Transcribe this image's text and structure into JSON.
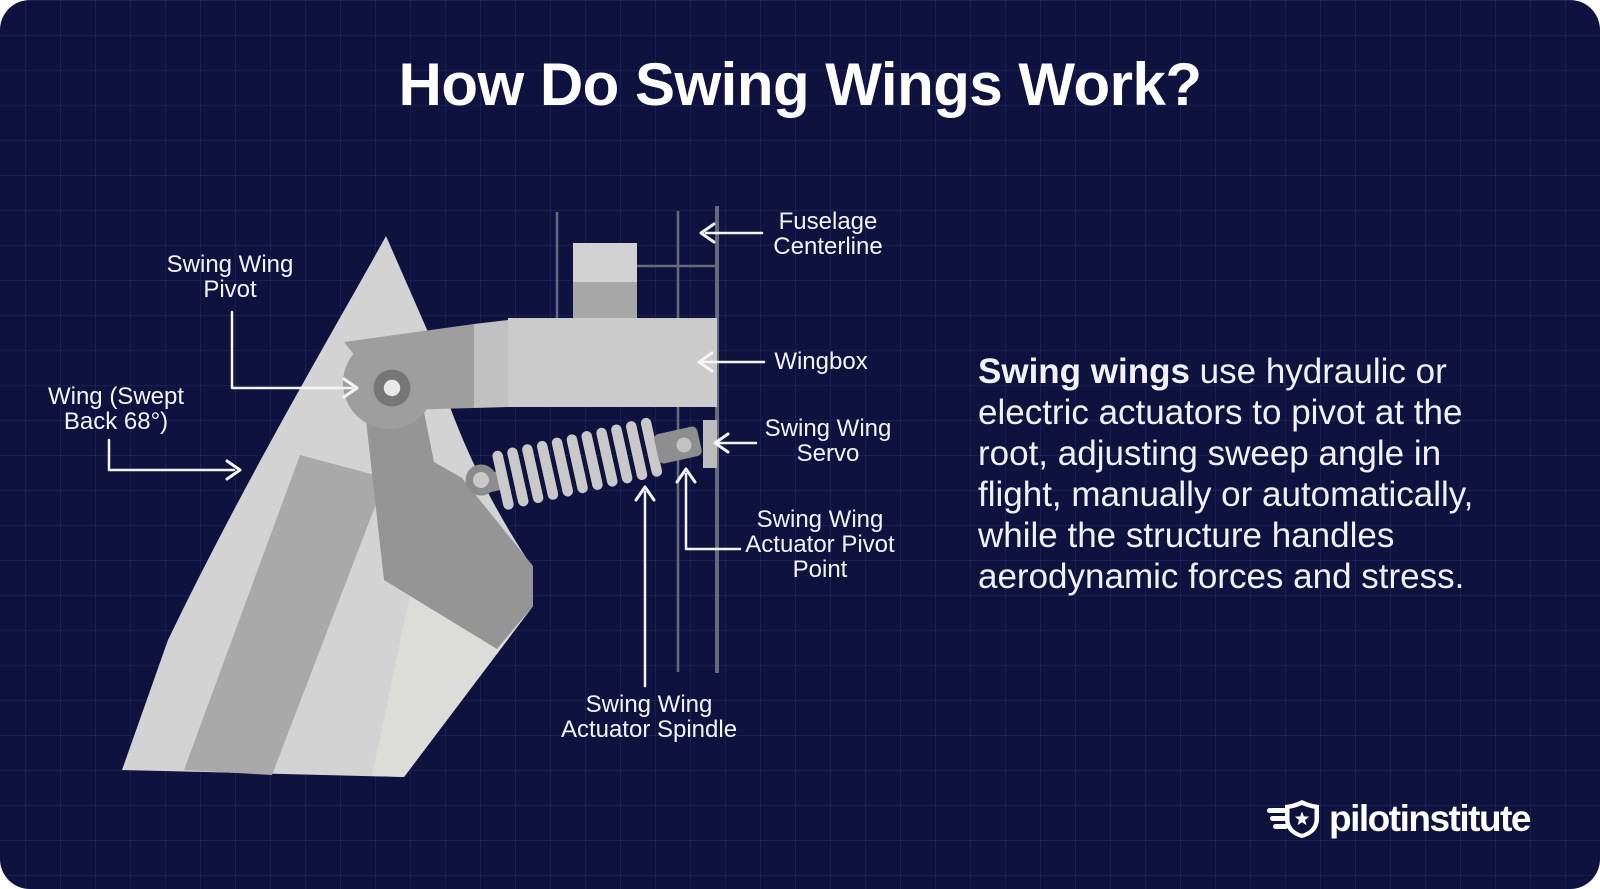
{
  "title": "How Do Swing Wings Work?",
  "colors": {
    "background": "#0f123f",
    "grid_line": "#23284f",
    "text": "#f3f4f8",
    "wing_light": "#d3d3d3",
    "wing_stripe": "#a9a9a9",
    "wing_trailing": "#dcddd8",
    "arm_gray": "#9e9e9e",
    "wingbox_gray": "#cbcbcb",
    "bellows_gray": "#c9c9c9",
    "structure_line_gray": "#666b7c",
    "leader_white": "#f5f5f8"
  },
  "diagram": {
    "labels": [
      {
        "id": "swing-wing-pivot",
        "lines": [
          "Swing Wing",
          "Pivot"
        ]
      },
      {
        "id": "wing-swept-back",
        "lines": [
          "Wing (Swept",
          "Back 68°)"
        ]
      },
      {
        "id": "fuselage-centerline",
        "lines": [
          "Fuselage",
          "Centerline"
        ]
      },
      {
        "id": "wingbox",
        "lines": [
          "Wingbox"
        ]
      },
      {
        "id": "swing-wing-servo",
        "lines": [
          "Swing Wing",
          "Servo"
        ]
      },
      {
        "id": "swing-wing-actuator-pivot-point",
        "lines": [
          "Swing Wing",
          "Actuator Pivot",
          "Point"
        ]
      },
      {
        "id": "swing-wing-actuator-spindle",
        "lines": [
          "Swing Wing",
          "Actuator Spindle"
        ]
      }
    ]
  },
  "description": {
    "lines": [
      {
        "bold": "Swing wings",
        "text": " use hydraulic or"
      },
      {
        "bold": "",
        "text": "electric actuators to pivot at the"
      },
      {
        "bold": "",
        "text": "root, adjusting sweep angle in"
      },
      {
        "bold": "",
        "text": "flight, manually or automatically,"
      },
      {
        "bold": "",
        "text": "while the structure handles"
      },
      {
        "bold": "",
        "text": "aerodynamic forces and stress."
      }
    ]
  },
  "logo": {
    "brand": "pilotinstitute",
    "icon": "shield-star-wings-icon"
  }
}
